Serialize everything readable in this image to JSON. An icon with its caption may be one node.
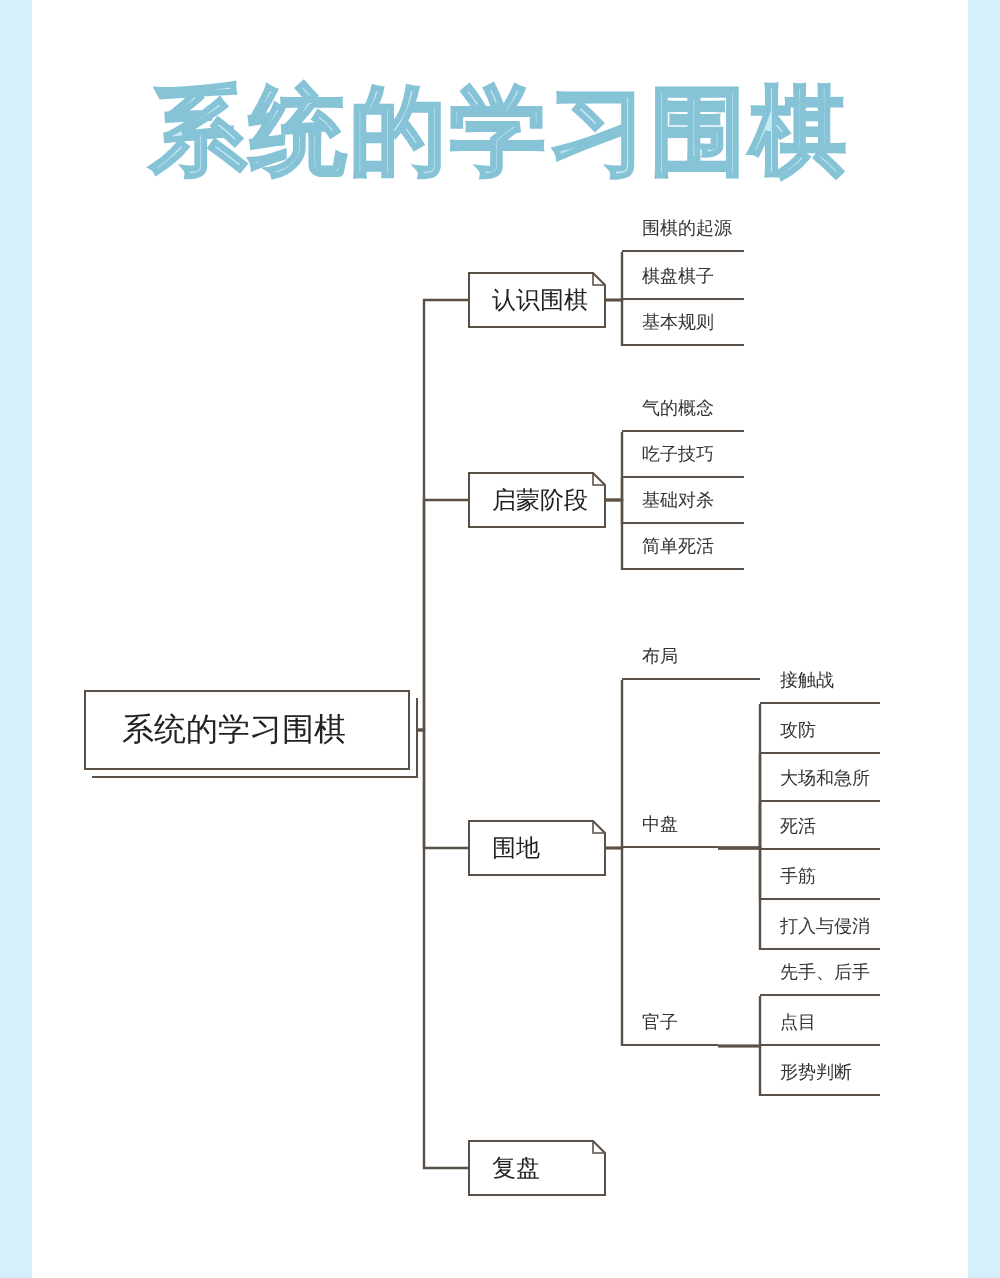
{
  "diagram": {
    "title": "系统的学习围棋",
    "nodes": [
      {
        "text": [
          "系统的学习围棋"
        ]
      },
      {
        "text": [
          "认识围棋"
        ]
      },
      {
        "text": [
          "围棋的起源"
        ]
      },
      {
        "text": [
          "棋盘棋子"
        ]
      },
      {
        "text": [
          "基本规则"
        ]
      },
      {
        "text": [
          "启蒙阶段"
        ]
      },
      {
        "text": [
          "气的概念"
        ]
      },
      {
        "text": [
          "吃子技巧"
        ]
      },
      {
        "text": [
          "基础对杀"
        ]
      },
      {
        "text": [
          "简单死活"
        ]
      },
      {
        "text": [
          "围地"
        ]
      },
      {
        "text": [
          "布局"
        ]
      },
      {
        "text": [
          "中盘"
        ]
      },
      {
        "text": [
          "接触战"
        ]
      },
      {
        "text": [
          "攻防"
        ]
      },
      {
        "text": [
          "大场和急所"
        ]
      },
      {
        "text": [
          "死活"
        ]
      },
      {
        "text": [
          "手筋"
        ]
      },
      {
        "text": [
          "打入与侵消"
        ]
      },
      {
        "text": [
          "官子"
        ]
      },
      {
        "text": [
          "先手、后手"
        ]
      },
      {
        "text": [
          "点目"
        ]
      },
      {
        "text": [
          "形势判断"
        ]
      },
      {
        "text": [
          "复盘"
        ]
      }
    ],
    "edges": [
      {
        "from": 0,
        "to": 1,
        "arrow": "none"
      },
      {
        "from": 0,
        "to": 5,
        "arrow": "none"
      },
      {
        "from": 0,
        "to": 10,
        "arrow": "none"
      },
      {
        "from": 0,
        "to": 23,
        "arrow": "none"
      },
      {
        "from": 1,
        "to": 2,
        "arrow": "none"
      },
      {
        "from": 1,
        "to": 3,
        "arrow": "none"
      },
      {
        "from": 1,
        "to": 4,
        "arrow": "none"
      },
      {
        "from": 5,
        "to": 6,
        "arrow": "none"
      },
      {
        "from": 5,
        "to": 7,
        "arrow": "none"
      },
      {
        "from": 5,
        "to": 8,
        "arrow": "none"
      },
      {
        "from": 5,
        "to": 9,
        "arrow": "none"
      },
      {
        "from": 10,
        "to": 11,
        "arrow": "none"
      },
      {
        "from": 10,
        "to": 12,
        "arrow": "none"
      },
      {
        "from": 10,
        "to": 19,
        "arrow": "none"
      },
      {
        "from": 12,
        "to": 13,
        "arrow": "none"
      },
      {
        "from": 12,
        "to": 14,
        "arrow": "none"
      },
      {
        "from": 12,
        "to": 15,
        "arrow": "none"
      },
      {
        "from": 12,
        "to": 16,
        "arrow": "none"
      },
      {
        "from": 12,
        "to": 17,
        "arrow": "none"
      },
      {
        "from": 12,
        "to": 18,
        "arrow": "none"
      },
      {
        "from": 19,
        "to": 20,
        "arrow": "none"
      },
      {
        "from": 19,
        "to": 21,
        "arrow": "none"
      },
      {
        "from": 19,
        "to": 22,
        "arrow": "none"
      }
    ]
  }
}
